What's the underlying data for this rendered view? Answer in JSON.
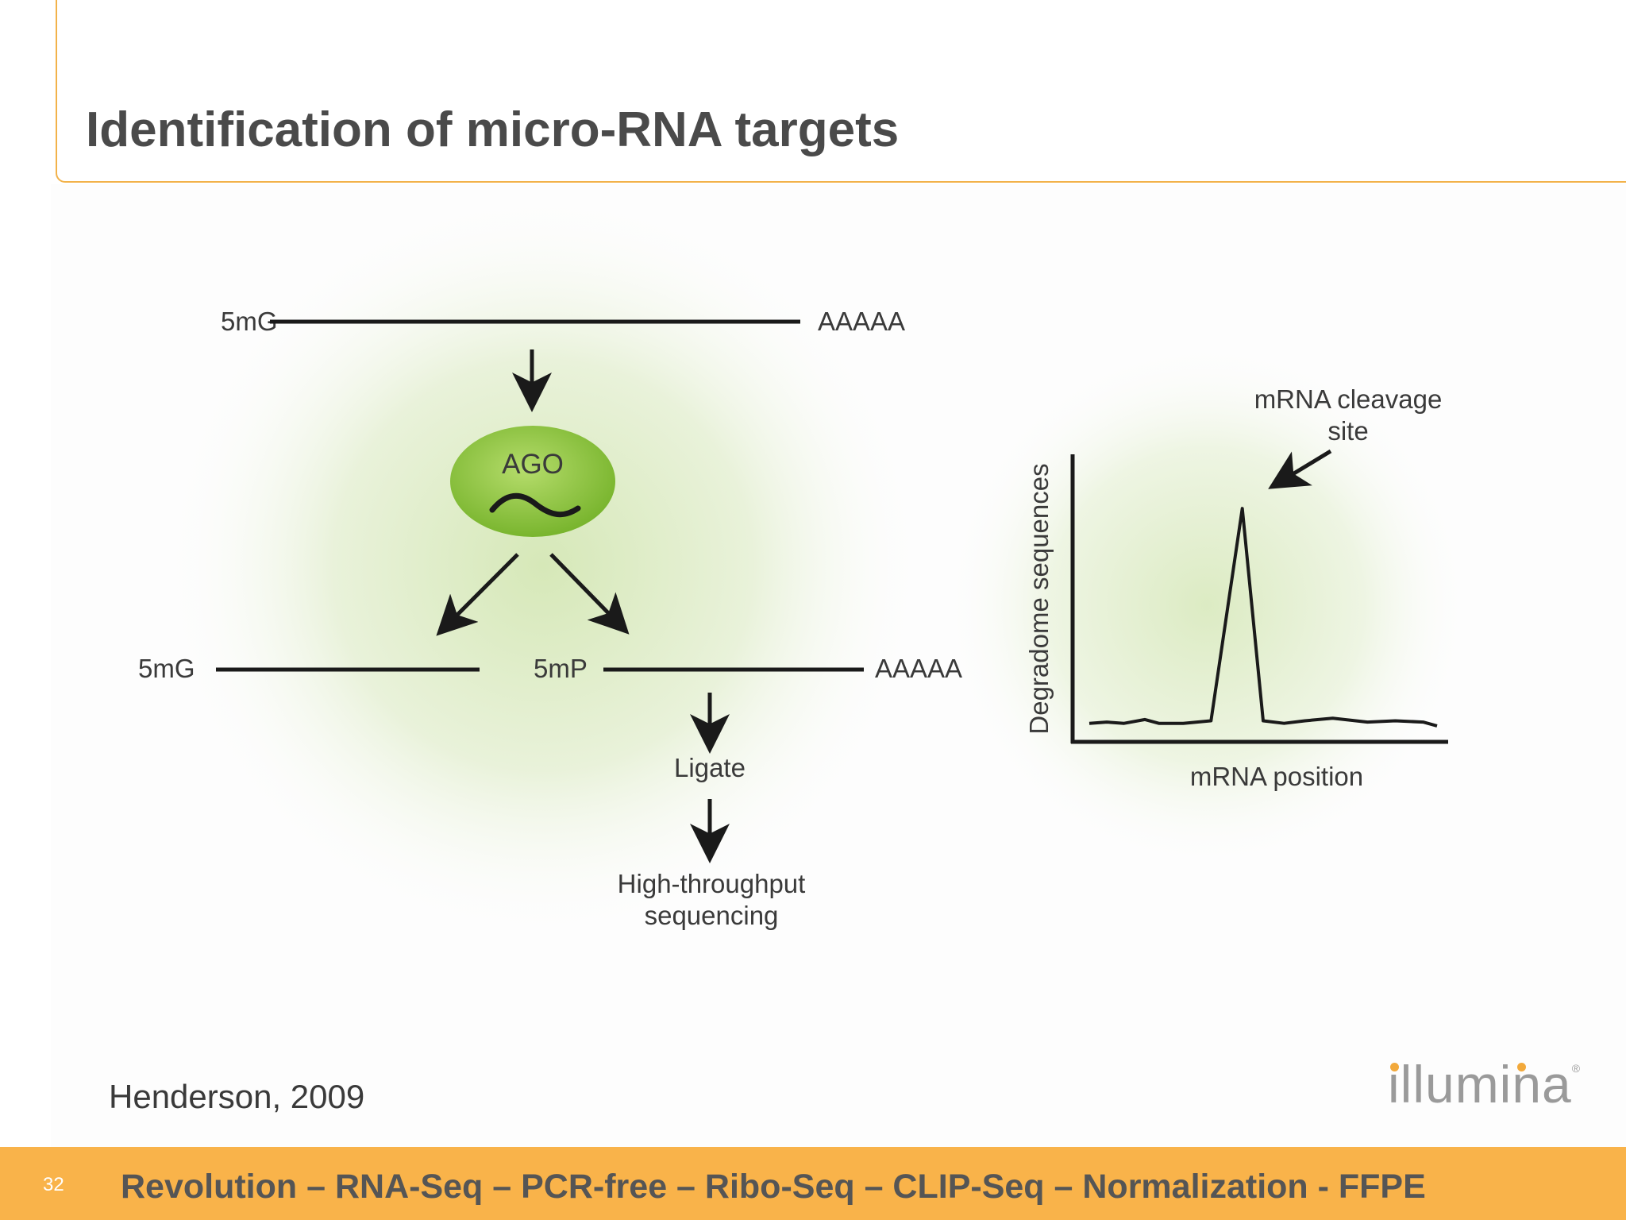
{
  "slide": {
    "title": "Identification of micro-RNA targets",
    "citation": "Henderson, 2009",
    "page_number": "32",
    "footer": "Revolution – RNA-Seq – PCR-free – Ribo-Seq – CLIP-Seq – Normalization - FFPE",
    "logo_text": "illumina",
    "logo_mark": "®",
    "colors": {
      "accent_orange": "#f9b34a",
      "ago_green": "#8cc63f"
    }
  },
  "diagram": {
    "top_cap": "5mG",
    "top_tail": "AAAAA",
    "ago_label": "AGO",
    "left_cap": "5mG",
    "cleaved_end": "5mP",
    "right_tail": "AAAAA",
    "step_ligate": "Ligate",
    "step_seq_line1": "High-throughput",
    "step_seq_line2": "sequencing"
  },
  "chart_data": {
    "type": "line",
    "title": "",
    "xlabel": "mRNA position",
    "ylabel": "Degradome sequences",
    "annotation_line1": "mRNA cleavage",
    "annotation_line2": "site",
    "grid": false,
    "x": [
      0,
      5,
      10,
      16,
      20,
      27,
      35,
      44,
      50,
      56,
      62,
      70,
      80,
      88,
      96,
      100
    ],
    "y": [
      6,
      6.5,
      6,
      7.5,
      6,
      6,
      7,
      90,
      7,
      6,
      7,
      8,
      6.5,
      7,
      6.5,
      5
    ],
    "xlim": [
      0,
      100
    ],
    "ylim": [
      0,
      100
    ]
  }
}
